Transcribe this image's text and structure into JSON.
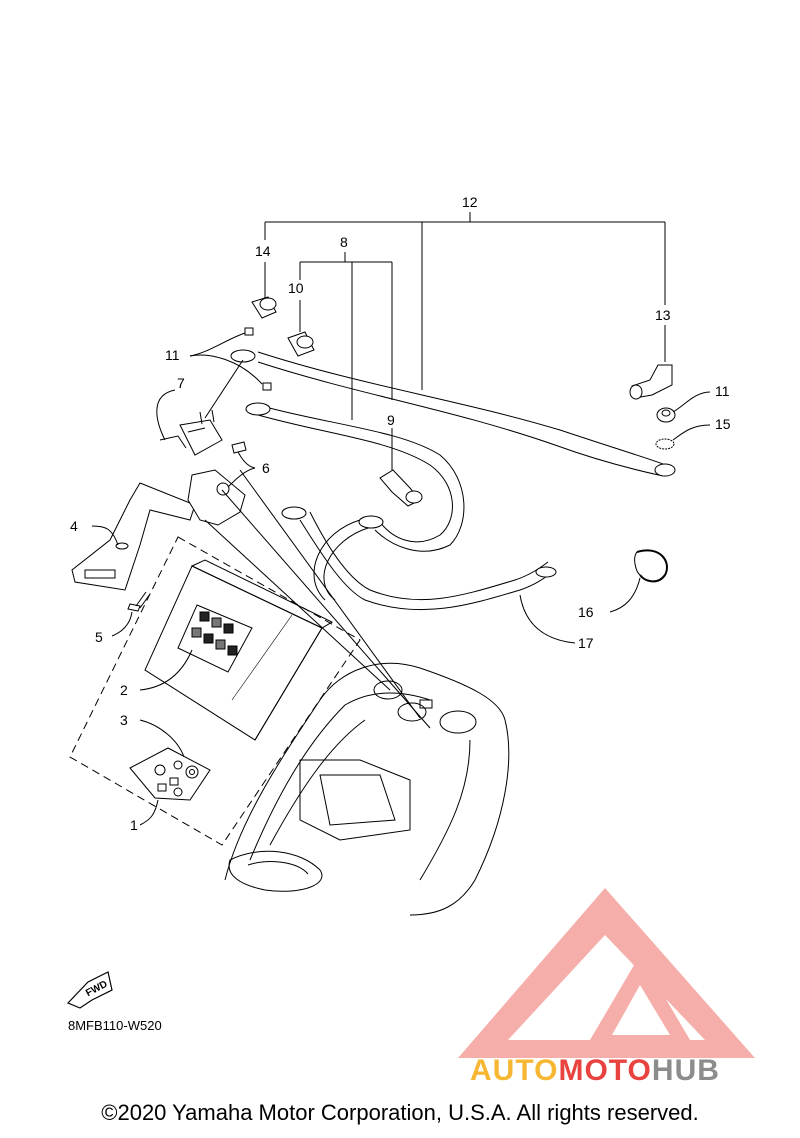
{
  "diagram": {
    "callouts": [
      "1",
      "2",
      "3",
      "4",
      "5",
      "6",
      "7",
      "8",
      "9",
      "10",
      "11",
      "11",
      "12",
      "13",
      "14",
      "15",
      "16",
      "17"
    ],
    "reference_code": "8MFB110-W520",
    "fwd_label": "FWD"
  },
  "watermark": {
    "part1": "AUTO",
    "part2": "MOTO",
    "part3": "HUB",
    "colors": {
      "auto": "#f7b733",
      "moto": "#e8433f",
      "hub": "#8c8c8c",
      "logo": "#f4a09c"
    }
  },
  "footer": {
    "copyright": "©2020 Yamaha Motor Corporation, U.S.A. All rights reserved."
  }
}
